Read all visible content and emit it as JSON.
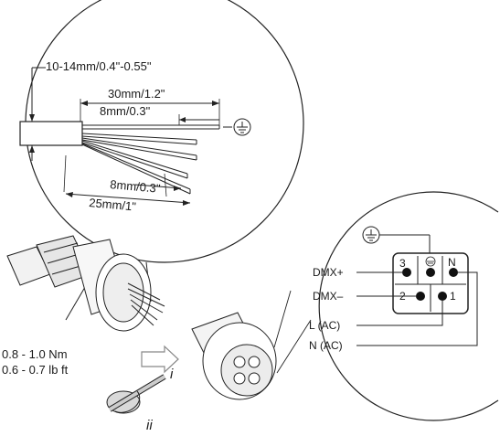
{
  "strip_detail": {
    "overall_range": "10-14mm/0.4\"-0.55\"",
    "outer_strip": "30mm/1.2\"",
    "inner_strip": "8mm/0.3\"",
    "wire_strip": "8mm/0.3\"",
    "wire_length": "25mm/1\""
  },
  "torque": {
    "line1": "0.8 - 1.0 Nm",
    "line2": "0.6 - 0.7 lb ft"
  },
  "steps": {
    "step_one": "i",
    "step_two": "ii"
  },
  "pinout": {
    "left_labels": [
      "DMX+",
      "DMX–",
      "L  (AC)",
      "N (AC)"
    ],
    "pins": [
      "3",
      "2",
      "1",
      "N"
    ]
  }
}
